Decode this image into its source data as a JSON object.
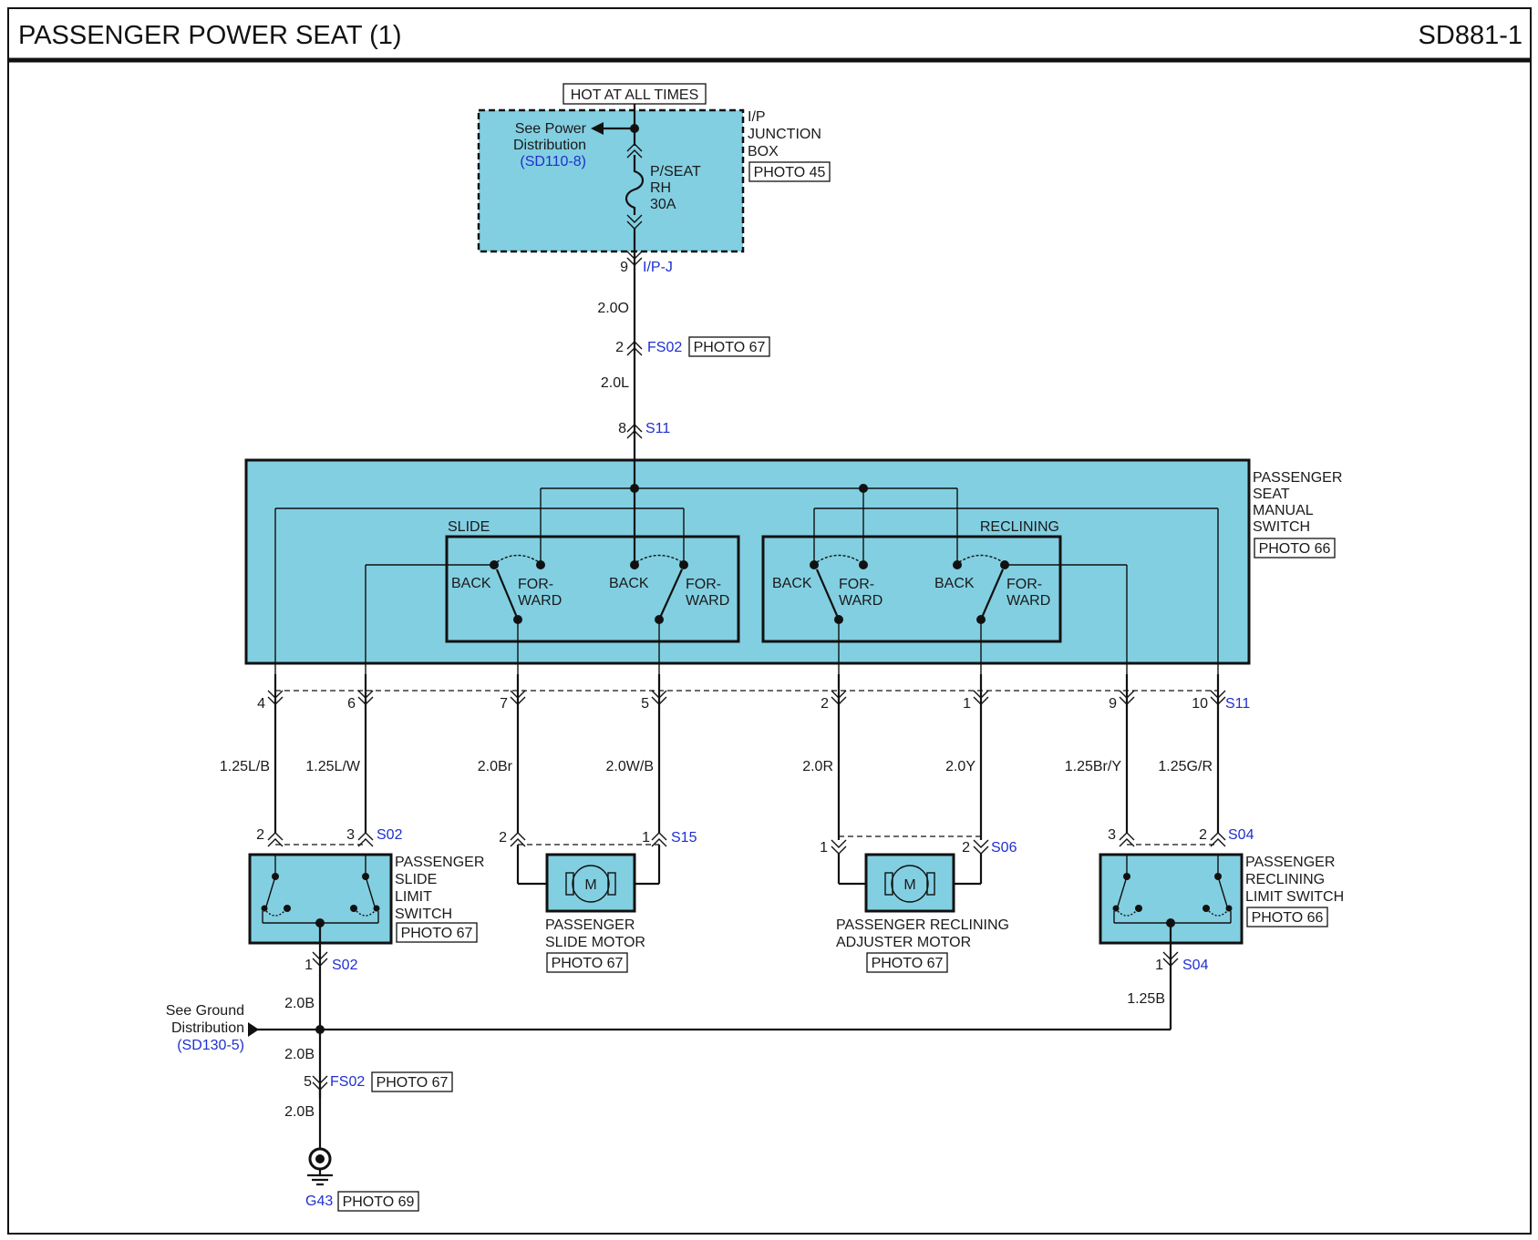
{
  "header": {
    "title": "PASSENGER POWER SEAT (1)",
    "code": "SD881-1"
  },
  "power": {
    "hot_label": "HOT AT ALL TIMES",
    "see_power_line1": "See Power",
    "see_power_line2": "Distribution",
    "see_power_ref": "(SD110-8)",
    "fuse_name": "P/SEAT",
    "fuse_rh": "RH",
    "fuse_rating": "30A",
    "jbox_line1": "I/P",
    "jbox_line2": "JUNCTION",
    "jbox_line3": "BOX",
    "jbox_photo": "PHOTO 45",
    "ipj_pin": "9",
    "ipj_ref": "I/P-J"
  },
  "feed": {
    "wire1": "2.0O",
    "fs02_pin": "2",
    "fs02_ref": "FS02",
    "fs02_photo": "PHOTO 67",
    "wire2": "2.0L",
    "s11_pin": "8",
    "s11_ref": "S11"
  },
  "manual_switch": {
    "line1": "PASSENGER",
    "line2": "SEAT",
    "line3": "MANUAL",
    "line4": "SWITCH",
    "photo": "PHOTO 66",
    "slide_label": "SLIDE",
    "reclining_label": "RECLINING",
    "back": "BACK",
    "for_line1": "FOR-",
    "for_line2": "WARD"
  },
  "s11_connector": {
    "pins": [
      "4",
      "6",
      "7",
      "5",
      "2",
      "1",
      "9",
      "10"
    ],
    "ref": "S11",
    "wires": [
      "1.25L/B",
      "1.25L/W",
      "2.0Br",
      "2.0W/B",
      "2.0R",
      "2.0Y",
      "1.25Br/Y",
      "1.25G/R"
    ]
  },
  "slide_limit": {
    "pin_a": "2",
    "pin_b": "3",
    "ref": "S02",
    "line1": "PASSENGER",
    "line2": "SLIDE",
    "line3": "LIMIT",
    "line4": "SWITCH",
    "photo": "PHOTO 67",
    "gnd_pin": "1",
    "gnd_ref": "S02",
    "gnd_wire": "2.0B"
  },
  "slide_motor": {
    "pin_a": "2",
    "pin_b": "1",
    "ref": "S15",
    "motor_symbol": "M",
    "line1": "PASSENGER",
    "line2": "SLIDE MOTOR",
    "photo": "PHOTO 67"
  },
  "reclining_motor": {
    "pin_a": "1",
    "pin_b": "2",
    "ref": "S06",
    "motor_symbol": "M",
    "line1": "PASSENGER RECLINING",
    "line2": "ADJUSTER MOTOR",
    "photo": "PHOTO 67"
  },
  "reclining_limit": {
    "pin_a": "3",
    "pin_b": "2",
    "ref": "S04",
    "line1": "PASSENGER",
    "line2": "RECLINING",
    "line3": "LIMIT SWITCH",
    "photo": "PHOTO 66",
    "gnd_pin": "1",
    "gnd_ref": "S04",
    "gnd_wire": "1.25B"
  },
  "ground": {
    "see_line1": "See Ground",
    "see_line2": "Distribution",
    "see_ref": "(SD130-5)",
    "wire_mid": "2.0B",
    "fs02_pin": "5",
    "fs02_ref": "FS02",
    "fs02_photo": "PHOTO 67",
    "wire_low": "2.0B",
    "g_ref": "G43",
    "g_photo": "PHOTO 69"
  }
}
